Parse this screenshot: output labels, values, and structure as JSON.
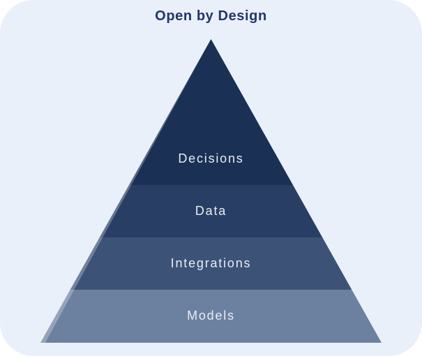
{
  "card": {
    "title": "Open by Design",
    "background": "#eaf0f9",
    "title_color": "#203764"
  },
  "pyramid": {
    "label_color": "#e9edf4",
    "layers": [
      {
        "label": "Decisions",
        "color": "#1a3055"
      },
      {
        "label": "Data",
        "color": "#293e64"
      },
      {
        "label": "Integrations",
        "color": "#3c5277"
      },
      {
        "label": "Models",
        "color": "#6c80a0"
      }
    ]
  }
}
